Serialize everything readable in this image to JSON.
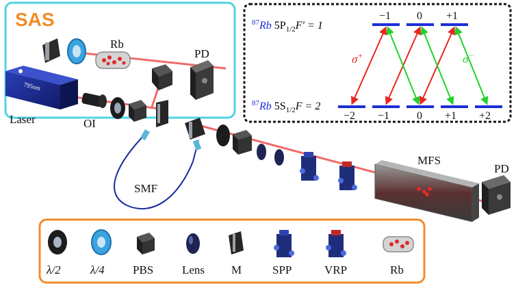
{
  "sas_box": {
    "title": "SAS",
    "rb_label": "Rb",
    "pd_label": "PD",
    "border_color": "#4fd3e6"
  },
  "main_labels": {
    "laser": "Laser",
    "oi": "OI",
    "smf": "SMF",
    "mfs": "MFS",
    "pd": "PD",
    "laser_body_text": "795nm"
  },
  "level_diagram": {
    "upper_isotope": "87",
    "upper_element": "Rb",
    "upper_state": "5P",
    "upper_sub": "1/2",
    "upper_f": "F′ = 1",
    "lower_isotope": "87",
    "lower_element": "Rb",
    "lower_state": "5S",
    "lower_sub": "1/2",
    "lower_f": "F = 2",
    "upper_mf": [
      "−1",
      "0",
      "+1"
    ],
    "lower_mf": [
      "−2",
      "−1",
      "0",
      "+1",
      "+2"
    ],
    "sigma_plus": "σ+",
    "sigma_minus": "σ−",
    "colors": {
      "sigma_plus": "#e8261f",
      "sigma_minus": "#22d12a",
      "levels": "#1b2fd6",
      "isotope": "#1b2fd6"
    }
  },
  "legend": {
    "border_color": "#f08c28",
    "items": [
      {
        "label": "λ/2",
        "icon": "half-wave-plate-icon"
      },
      {
        "label": "λ/4",
        "icon": "quarter-wave-plate-icon"
      },
      {
        "label": "PBS",
        "icon": "pbs-cube-icon"
      },
      {
        "label": "Lens",
        "icon": "lens-icon"
      },
      {
        "label": "M",
        "icon": "mirror-icon"
      },
      {
        "label": "SPP",
        "icon": "spp-icon"
      },
      {
        "label": "VRP",
        "icon": "vrp-icon"
      },
      {
        "label": "Rb",
        "icon": "rb-cell-icon"
      }
    ]
  },
  "beam_color": "#f06a6a"
}
